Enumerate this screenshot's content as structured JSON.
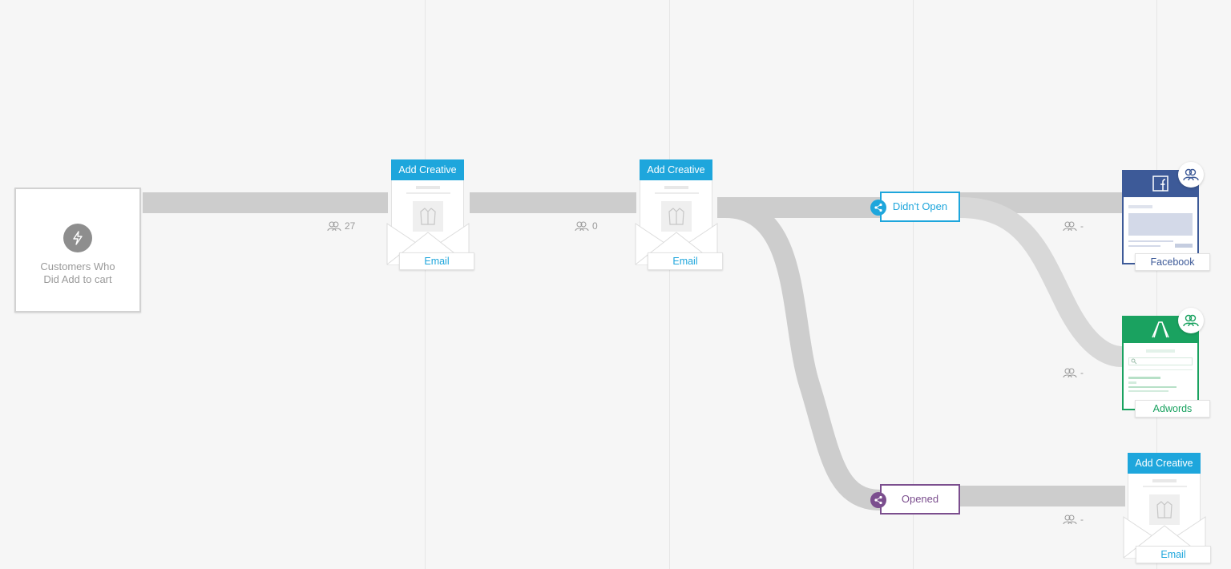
{
  "trigger": {
    "label": "Customers Who Did Add to cart",
    "icon": "lightning-bolt-icon"
  },
  "counts": {
    "after_trigger": "27",
    "after_email_1": "0",
    "facebook": "-",
    "adwords": "-",
    "email_3": "-"
  },
  "email_cards": [
    {
      "header": "Add Creative",
      "tag": "Email"
    },
    {
      "header": "Add Creative",
      "tag": "Email"
    },
    {
      "header": "Add Creative",
      "tag": "Email"
    }
  ],
  "splits": {
    "didnt_open": "Didn't Open",
    "opened": "Opened"
  },
  "channels": {
    "facebook": "Facebook",
    "adwords": "Adwords"
  },
  "colors": {
    "accent_blue": "#1ea6dc",
    "facebook_blue": "#3d5a98",
    "adwords_green": "#1aa260",
    "opened_purple": "#7b4e8e",
    "flow_gray": "#cdcdcd"
  }
}
